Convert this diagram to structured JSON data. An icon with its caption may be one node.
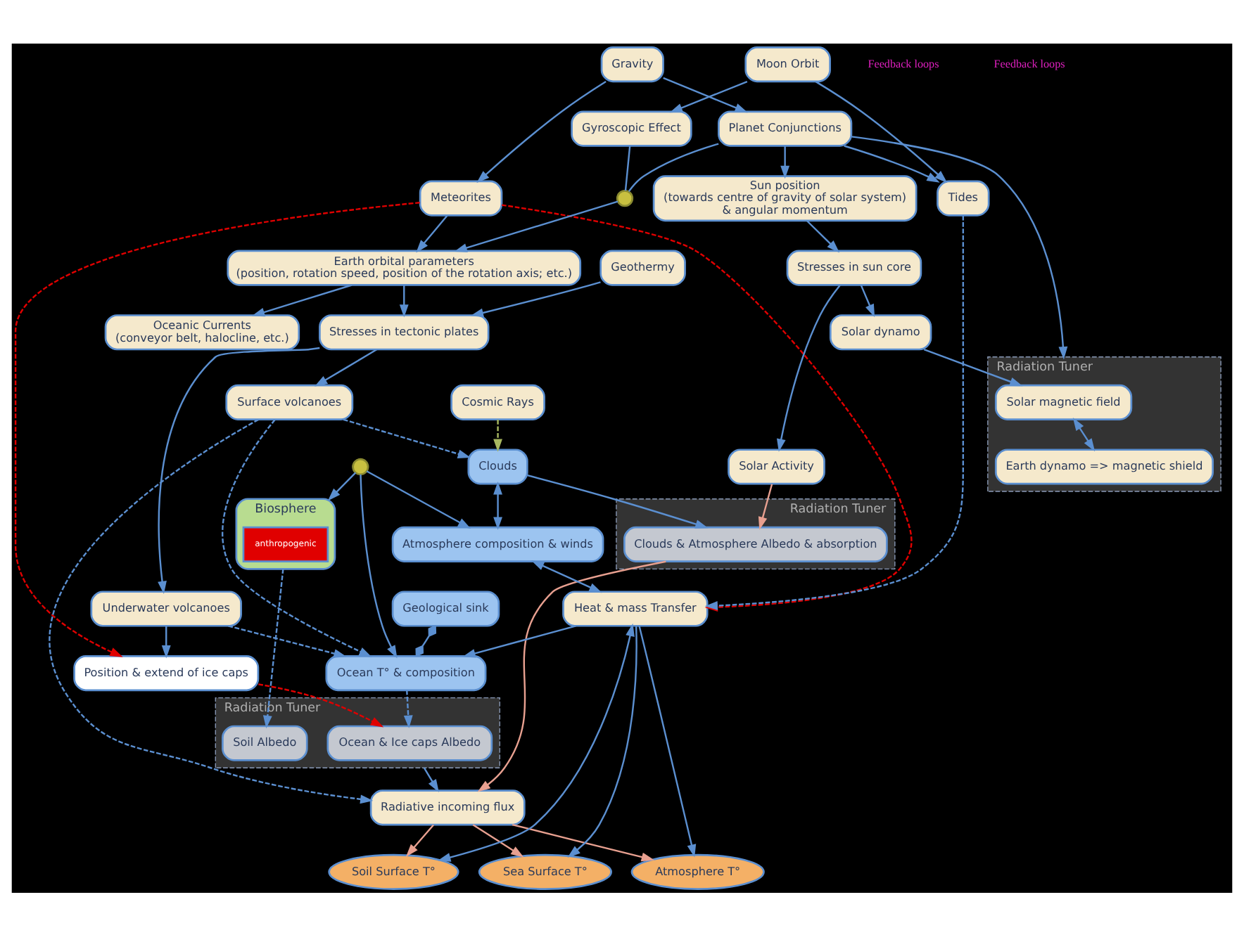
{
  "diagram": {
    "nodes": [
      {
        "text": [
          "Cosmic Rays"
        ]
      },
      {
        "text": [
          "Gravity"
        ]
      },
      {
        "text": [
          "Meteorites"
        ]
      },
      {
        "text": [
          "Gyroscopic Effect"
        ]
      },
      {
        "text": [
          "Moon Orbit"
        ]
      },
      {
        "text": [
          "Sun position (towards centre of gravity of solar system) & angular momentum"
        ]
      },
      {
        "text": [
          "Planet Conjunctions"
        ]
      },
      {
        "text": [
          "Earth orbital parameters",
          "(position, rotation speed, position of the rotation axis; etc.)"
        ]
      },
      {
        "text": [
          "Stresses in sun core"
        ]
      },
      {
        "text": [
          "Tides"
        ]
      },
      {
        "text": [
          "Geothermy"
        ]
      },
      {
        "text": [
          "Solar dynamo"
        ]
      },
      {
        "text": [
          "Oceanic Currents",
          "(conveyor belt, halocline, etc.)"
        ]
      },
      {
        "text": [
          "Stresses in tectonic plates"
        ]
      },
      {
        "text": [
          "Radiation Tuner"
        ]
      },
      {
        "text": [
          "Solar magnetic field"
        ],
        "in": 14
      },
      {
        "text": [
          "Earth dynamo => magnetic shield"
        ],
        "in": 14
      },
      {
        "text": [
          "Solar Activity"
        ]
      },
      {
        "text": [
          "Radiation Tuner"
        ]
      },
      {
        "text": [
          "Clouds & Atmosphere Albedo & absorption"
        ],
        "in": 18
      },
      {
        "text": [
          "Clouds"
        ]
      },
      {
        "text": [
          "Surface volcanoes"
        ]
      },
      {
        "text": [
          "Underwater volcanoes"
        ]
      },
      {
        "text": [
          "Position & extend of ice caps"
        ]
      },
      {
        "text": [
          "Geological sink"
        ]
      },
      {
        "text": [
          "Radiative incoming flux"
        ]
      },
      {
        "text": [
          "Atmosphere composition & winds"
        ]
      },
      {
        "text": [
          "Ocean T° & composition"
        ]
      },
      {
        "text": [
          "Radiation Tuner"
        ]
      },
      {
        "text": [
          "Ocean & Ice caps Albedo"
        ],
        "in": 28
      },
      {
        "text": [
          "Atmosphere T°"
        ]
      },
      {
        "text": [
          "Soil Surface T°"
        ]
      },
      {
        "text": [
          "Sea Surface T°"
        ]
      },
      {
        "text": [
          "Heat & mass Transfer"
        ]
      },
      {
        "text": [
          "Biosphere"
        ]
      },
      {
        "text": [
          "anthropogenic"
        ],
        "in": 34
      },
      {
        "text": [
          "Soil Albedo"
        ],
        "in": 28
      },
      {
        "text": [],
        "shape": "circle"
      },
      {
        "text": [],
        "shape": "circle"
      }
    ],
    "edges": [
      {
        "from": 1,
        "to": 6,
        "arrow": "to"
      },
      {
        "from": 1,
        "to": 2,
        "arrow": "to"
      },
      {
        "from": 4,
        "to": 3,
        "arrow": "to"
      },
      {
        "from": 4,
        "to": 9,
        "arrow": "to"
      },
      {
        "from": 2,
        "to": 7,
        "arrow": "to"
      },
      {
        "from": 6,
        "to": 5,
        "arrow": "to"
      },
      {
        "from": 6,
        "to": 37,
        "arrow": "none"
      },
      {
        "from": 3,
        "to": 37,
        "arrow": "none"
      },
      {
        "from": 37,
        "to": 7,
        "arrow": "to"
      },
      {
        "from": 6,
        "to": 9,
        "arrow": "to"
      },
      {
        "from": 6,
        "to": 14,
        "arrow": "to"
      },
      {
        "from": 5,
        "to": 8,
        "arrow": "to"
      },
      {
        "from": 8,
        "to": 11,
        "arrow": "to"
      },
      {
        "from": 8,
        "to": 17,
        "arrow": "to"
      },
      {
        "from": 11,
        "to": 15,
        "arrow": "to"
      },
      {
        "from": 15,
        "to": 16,
        "arrow": "both"
      },
      {
        "from": 7,
        "to": 12,
        "arrow": "to"
      },
      {
        "from": 7,
        "to": 13,
        "arrow": "to"
      },
      {
        "from": 10,
        "to": 13,
        "arrow": "to"
      },
      {
        "from": 13,
        "to": 21,
        "arrow": "to"
      },
      {
        "from": 13,
        "to": 22,
        "arrow": "to"
      },
      {
        "from": 22,
        "to": 23,
        "arrow": "to"
      },
      {
        "from": 2,
        "to": 23,
        "arrow": "to",
        "style": "dashed",
        "color": "#e00000"
      },
      {
        "from": 23,
        "to": 29,
        "arrow": "to",
        "style": "dashed",
        "color": "#e00000"
      },
      {
        "from": 0,
        "to": 20,
        "arrow": "to",
        "style": "dashed",
        "color": "#a8b860"
      },
      {
        "from": 17,
        "to": 19,
        "arrow": "to",
        "color": "#e8a090"
      },
      {
        "from": 19,
        "to": 25,
        "arrow": "to",
        "color": "#e8a090"
      },
      {
        "from": 25,
        "to": 30,
        "arrow": "to",
        "color": "#e8a090"
      },
      {
        "from": 25,
        "to": 31,
        "arrow": "to",
        "color": "#e8a090"
      },
      {
        "from": 25,
        "to": 32,
        "arrow": "to",
        "color": "#e8a090"
      },
      {
        "from": 20,
        "to": 19,
        "arrow": "to"
      },
      {
        "from": 20,
        "to": 26,
        "arrow": "both"
      },
      {
        "from": 26,
        "to": 33,
        "arrow": "both"
      },
      {
        "from": 33,
        "to": 30,
        "arrow": "to"
      },
      {
        "from": 33,
        "to": 31,
        "arrow": "both"
      },
      {
        "from": 33,
        "to": 32,
        "arrow": "to"
      },
      {
        "from": 38,
        "to": 26,
        "arrow": "to"
      },
      {
        "from": 38,
        "to": 27,
        "arrow": "to"
      },
      {
        "from": 38,
        "to": 34,
        "arrow": "to"
      },
      {
        "from": 24,
        "to": 27,
        "arrow": "other"
      },
      {
        "from": 34,
        "to": 36,
        "arrow": "to",
        "style": "dashed"
      },
      {
        "from": 27,
        "to": 29,
        "arrow": "to",
        "style": "dashed"
      },
      {
        "from": 28,
        "to": 25,
        "arrow": "to"
      },
      {
        "from": 33,
        "to": 27,
        "arrow": "to"
      },
      {
        "from": 9,
        "to": 33,
        "arrow": "to",
        "style": "dashed"
      },
      {
        "from": 21,
        "to": 27,
        "arrow": "to",
        "style": "dashed"
      },
      {
        "from": 22,
        "to": 27,
        "arrow": "to",
        "style": "dashed"
      },
      {
        "from": 21,
        "to": 20,
        "arrow": "to",
        "style": "dashed"
      },
      {
        "from": 21,
        "to": 25,
        "arrow": "to",
        "style": "dashed"
      },
      {
        "from": 2,
        "to": 33,
        "arrow": "to",
        "style": "dashed",
        "color": "#e00000"
      }
    ],
    "labels": [
      "Feedback loops",
      "Feedback loops"
    ]
  }
}
